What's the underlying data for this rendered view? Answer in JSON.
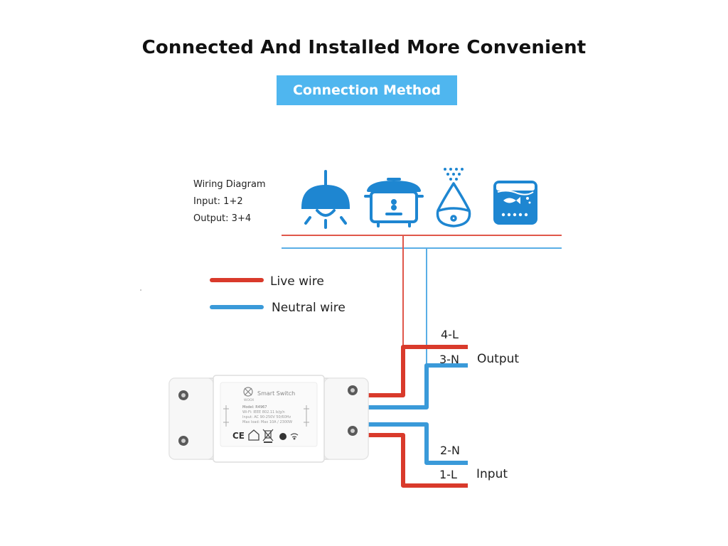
{
  "header": {
    "title": "Connected And Installed More Convenient",
    "subtitle": "Connection Method"
  },
  "info": {
    "line1": "Wiring Diagram",
    "line2": "Input: 1+2",
    "line3": "Output: 3+4"
  },
  "legend": {
    "live": "Live wire",
    "neutral": "Neutral wire"
  },
  "terminals": {
    "t4": "4-L",
    "t3": "3-N",
    "t2": "2-N",
    "t1": "1-L",
    "output": "Output",
    "input": "Input"
  },
  "device": {
    "name": "Smart Switch",
    "brand": "WOOX",
    "spec1": "Model: R4967",
    "spec2": "Wi-Fi: IEEE 802.11 b/g/n",
    "spec3": "Input: AC 90-250V 50/60Hz",
    "spec4": "Max load: Max 10A / 2300W",
    "cert": "CE"
  },
  "icons": [
    "pendant-lamp-icon",
    "rice-cooker-icon",
    "humidifier-icon",
    "aquarium-icon"
  ],
  "colors": {
    "live": "#d93a2b",
    "neutral": "#3a9ad9",
    "accent": "#4fb6ef",
    "icon": "#1e86d1"
  }
}
